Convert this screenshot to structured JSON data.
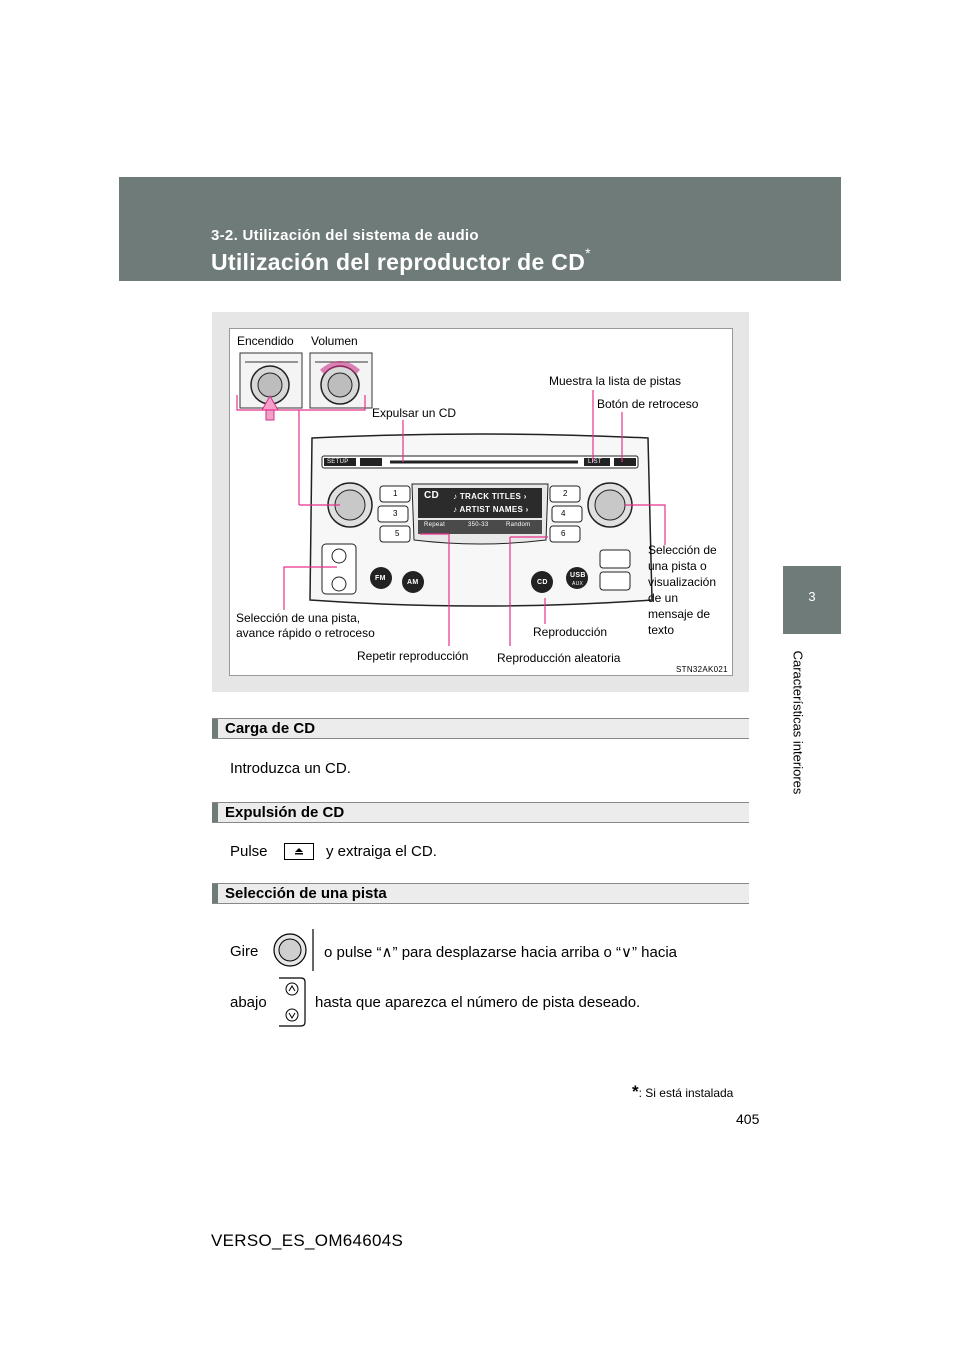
{
  "header": {
    "section": "3-2. Utilización del sistema de audio",
    "title": "Utilización del reproductor de CD",
    "title_mark": "*"
  },
  "side_tab": {
    "chapter_number": "3",
    "chapter_title": "Características interiores"
  },
  "figure": {
    "labels": {
      "power": "Encendido",
      "volume": "Volumen",
      "eject": "Expulsar un CD",
      "track_list": "Muestra la lista de pistas",
      "back": "Botón de retroceso",
      "select_text_1": "Selección de",
      "select_text_2": "una pista o",
      "select_text_3": "visualización",
      "select_text_4": "de un",
      "select_text_5": "mensaje de",
      "select_text_6": "texto",
      "seek_1": "Selección de una pista,",
      "seek_2": "avance rápido o retroceso",
      "play": "Reproducción",
      "repeat": "Repetir reproducción",
      "random": "Reproducción aleatoria"
    },
    "radio": {
      "setup": "SETUP",
      "list": "LIST",
      "fm": "FM",
      "am": "AM",
      "cd": "CD",
      "usb": "USB",
      "aux": "AUX",
      "presets": [
        "1",
        "2",
        "3",
        "4",
        "5",
        "6"
      ],
      "display_logo": "CD",
      "display_line1": "♪ TRACK TITLES ›",
      "display_line2": "♪ ARTIST NAMES ›",
      "display_repeat": "Repeat",
      "display_time": "350-33",
      "display_random": "Random"
    },
    "code": "STN32AK021"
  },
  "sections": [
    {
      "heading": "Carga de CD",
      "text": "Introduzca un CD."
    },
    {
      "heading": "Expulsión de CD",
      "text_before": "Pulse",
      "text_after": "y extraiga el CD."
    },
    {
      "heading": "Selección de una pista",
      "line1_a": "Gire",
      "line1_b": "o pulse “",
      "up_symbol": "∧",
      "line1_c": "” para desplazarse hacia arriba o “",
      "down_symbol": "∨",
      "line1_d": "” hacia",
      "line2_a": "abajo",
      "line2_b": "hasta que aparezca el número de pista deseado."
    }
  ],
  "footnote": {
    "mark": "*",
    "text": ": Si está instalada"
  },
  "page_number": "405",
  "doc_id": "VERSO_ES_OM64604S"
}
